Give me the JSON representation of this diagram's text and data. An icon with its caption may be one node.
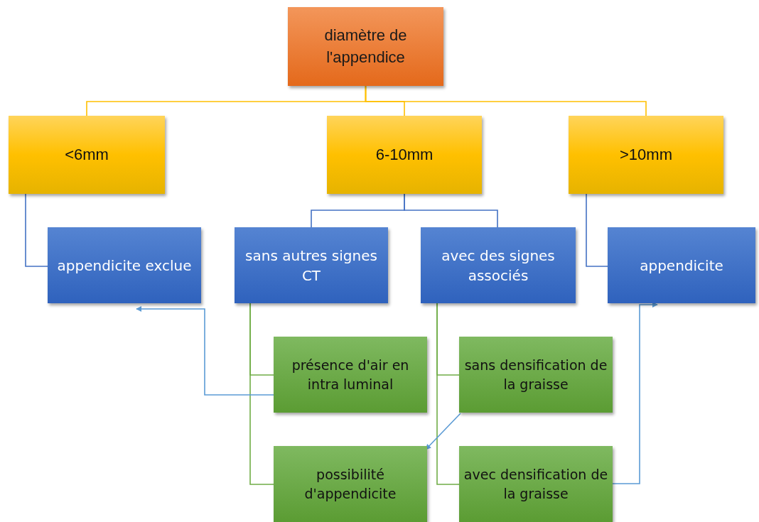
{
  "diagram": {
    "nodes": [
      {
        "text": [
          "diamètre de l'appendice"
        ]
      },
      {
        "text": [
          "<6mm"
        ]
      },
      {
        "text": [
          "6-10mm"
        ]
      },
      {
        "text": [
          ">10mm"
        ]
      },
      {
        "text": [
          "appendicite exclue"
        ]
      },
      {
        "text": [
          "sans autres signes CT"
        ]
      },
      {
        "text": [
          "avec des signes associés"
        ]
      },
      {
        "text": [
          "appendicite"
        ]
      },
      {
        "text": [
          "présence d'air en intra luminal"
        ]
      },
      {
        "text": [
          "sans densification de la graisse"
        ]
      },
      {
        "text": [
          "possibilité d'appendicite"
        ]
      },
      {
        "text": [
          "avec densification de la graisse"
        ]
      }
    ],
    "edges": [
      {
        "from": 0,
        "to": 1,
        "arrow": "none",
        "color": "#ffc000"
      },
      {
        "from": 0,
        "to": 2,
        "arrow": "none",
        "color": "#ffc000"
      },
      {
        "from": 0,
        "to": 3,
        "arrow": "none",
        "color": "#ffc000"
      },
      {
        "from": 2,
        "to": 5,
        "arrow": "none",
        "color": "#4472c4"
      },
      {
        "from": 2,
        "to": 6,
        "arrow": "none",
        "color": "#4472c4"
      },
      {
        "from": 1,
        "to": 4,
        "arrow": "none",
        "color": "#4472c4"
      },
      {
        "from": 3,
        "to": 7,
        "arrow": "none",
        "color": "#4472c4"
      },
      {
        "from": 5,
        "to": 8,
        "arrow": "none",
        "color": "#70ad47"
      },
      {
        "from": 5,
        "to": 10,
        "arrow": "none",
        "color": "#70ad47"
      },
      {
        "from": 6,
        "to": 9,
        "arrow": "none",
        "color": "#70ad47"
      },
      {
        "from": 6,
        "to": 11,
        "arrow": "none",
        "color": "#70ad47"
      },
      {
        "from": 8,
        "to": 4,
        "arrow": "to",
        "color": "#5b9bd5"
      },
      {
        "from": 9,
        "to": 10,
        "arrow": "to",
        "color": "#5b9bd5"
      },
      {
        "from": 11,
        "to": 7,
        "arrow": "to",
        "color": "#5b9bd5"
      }
    ]
  }
}
